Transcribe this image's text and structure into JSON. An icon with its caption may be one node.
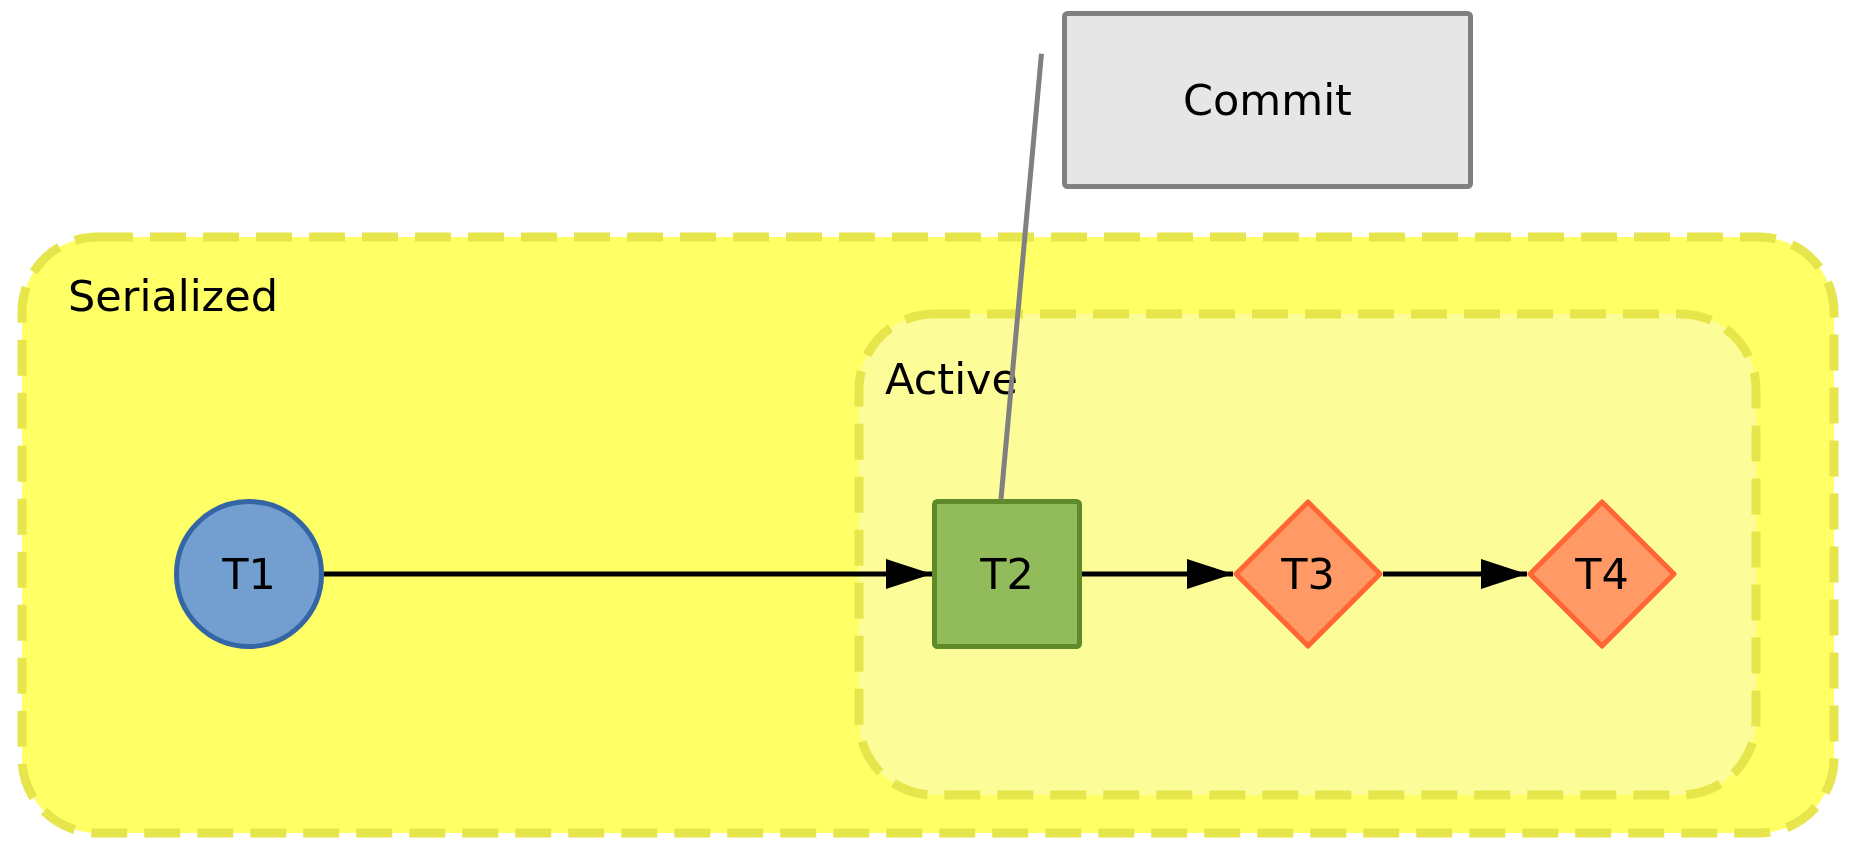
{
  "diagram": {
    "nodes": [
      {
        "text": [
          "Commit"
        ]
      },
      {
        "text": [
          "Serialized"
        ]
      },
      {
        "text": [
          "T1"
        ],
        "in": 1
      },
      {
        "text": [
          "Active"
        ],
        "in": 1
      },
      {
        "text": [
          "T2"
        ],
        "in": 3
      },
      {
        "text": [
          "T3"
        ],
        "in": 3
      },
      {
        "text": [
          "T4"
        ],
        "in": 3
      }
    ],
    "edges": [
      {
        "from": 2,
        "to": 4,
        "arrow": "to"
      },
      {
        "from": 4,
        "to": 5,
        "arrow": "to"
      },
      {
        "from": 5,
        "to": 6,
        "arrow": "to"
      },
      {
        "from": 0,
        "to": 4,
        "arrow": "none",
        "color": "#808080"
      }
    ]
  }
}
